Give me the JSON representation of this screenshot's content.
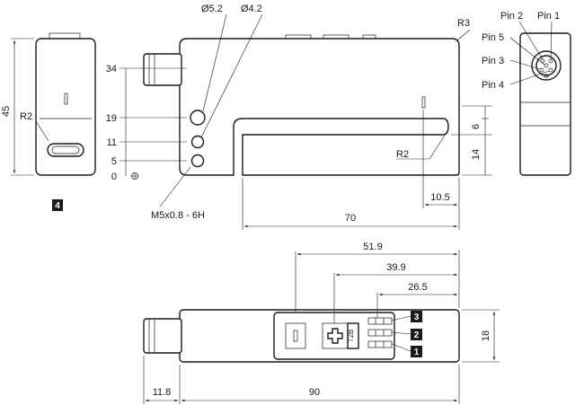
{
  "top_view": {
    "hole_dia_large": "Ø5.2",
    "hole_dia_small": "Ø4.2",
    "corner_radius_outer": "R3",
    "slot_radius": "R2",
    "thread": "M5x0.8 - 6H",
    "height_marks": [
      "34",
      "19",
      "11",
      "5",
      "0"
    ],
    "slot_width": "6",
    "slot_depth": "14",
    "slot_offset": "10.5",
    "length": "70"
  },
  "side_view": {
    "height": "45",
    "radius": "R2",
    "badge": "4"
  },
  "connector_view": {
    "pins": [
      "Pin 2",
      "Pin 1",
      "Pin 5",
      "Pin 3",
      "Pin 4"
    ]
  },
  "bottom_view": {
    "dim_outer": "51.9",
    "dim_middle": "39.9",
    "dim_inner": "26.5",
    "height": "18",
    "connector_length": "11.8",
    "length": "90",
    "badges": [
      "3",
      "2",
      "1"
    ],
    "display_label": "T2B"
  }
}
